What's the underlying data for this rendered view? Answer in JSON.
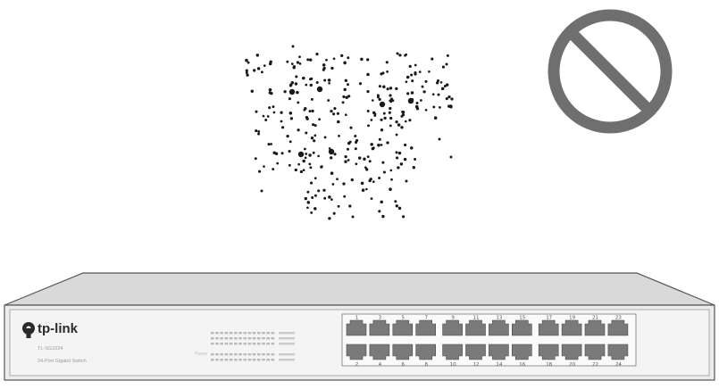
{
  "switch": {
    "brand": "tp-link",
    "model_label": "TL-SG1024",
    "description_label": "24-Port Gigabit Switch",
    "power_label": "Power",
    "ports_top": [
      "1",
      "3",
      "5",
      "7",
      "9",
      "11",
      "13",
      "15",
      "17",
      "19",
      "21",
      "23"
    ],
    "ports_bottom": [
      "2",
      "4",
      "6",
      "8",
      "10",
      "12",
      "14",
      "16",
      "18",
      "20",
      "22",
      "24"
    ]
  },
  "warning_sign": {
    "icon": "prohibition-icon",
    "color": "#6f6f6f"
  },
  "dust": {
    "icon": "dust-particles-icon",
    "color": "#1a1a1a"
  },
  "colors": {
    "chassis_top": "#d8d8d8",
    "chassis_front": "#e8e8e8",
    "outline": "#555555",
    "port_fill": "#7a7a7a",
    "port_panel": "#9a9a9a"
  }
}
